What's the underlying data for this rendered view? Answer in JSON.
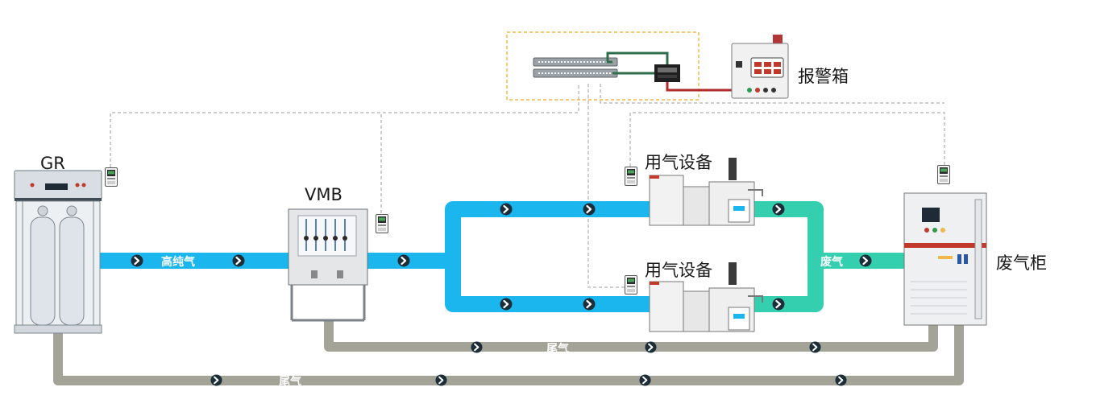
{
  "labels": {
    "gr": "GR",
    "vmb": "VMB",
    "equipment_top": "用气设备",
    "equipment_bottom": "用气设备",
    "alarm_box": "报警箱",
    "exhaust_cabinet": "废气柜"
  },
  "pipe_labels": {
    "high_purity_gas": "高纯气",
    "waste_gas": "废气",
    "tail_gas_upper": "尾气",
    "tail_gas_lower": "尾气"
  },
  "colors": {
    "high_purity_pipe": "#1cb6ef",
    "waste_gas_pipe": "#33cfae",
    "tail_gas_pipe": "#a3a397",
    "signal_line": "#bdbdbd",
    "network_box": "#f0b84a",
    "green_cable": "#2f6e4d",
    "red_cable": "#b22a2a"
  },
  "icons": {
    "flow_arrow": "chevron-right-icon",
    "gas_detector": "gas-detector-icon"
  }
}
